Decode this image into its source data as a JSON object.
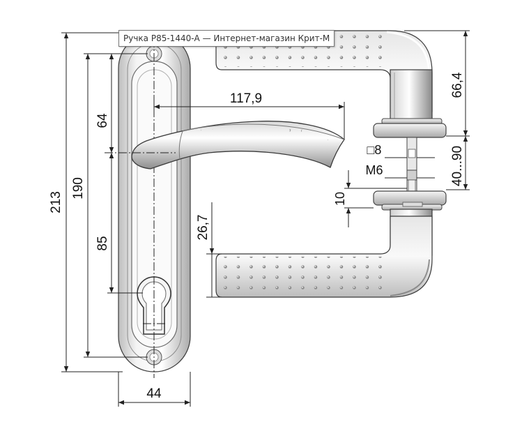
{
  "tooltip": {
    "text": "Ручка Р85-1440-А  — Интернет-магазин Крит-М"
  },
  "dimensions": {
    "overall_height": "213",
    "plate_hole_spacing": "190",
    "lever_to_top": "64",
    "lever_to_keyhole": "85",
    "plate_width": "44",
    "lever_length": "117,9",
    "rose_to_top": "66,4",
    "door_thickness": "40...90",
    "spindle_square": "□8",
    "screw_thread": "M6",
    "rose_thickness": "10",
    "lever_offset": "26,7"
  },
  "colors": {
    "line": "#222222",
    "metal_light": "#f2f2f2",
    "metal_dark": "#9a9a9a"
  }
}
